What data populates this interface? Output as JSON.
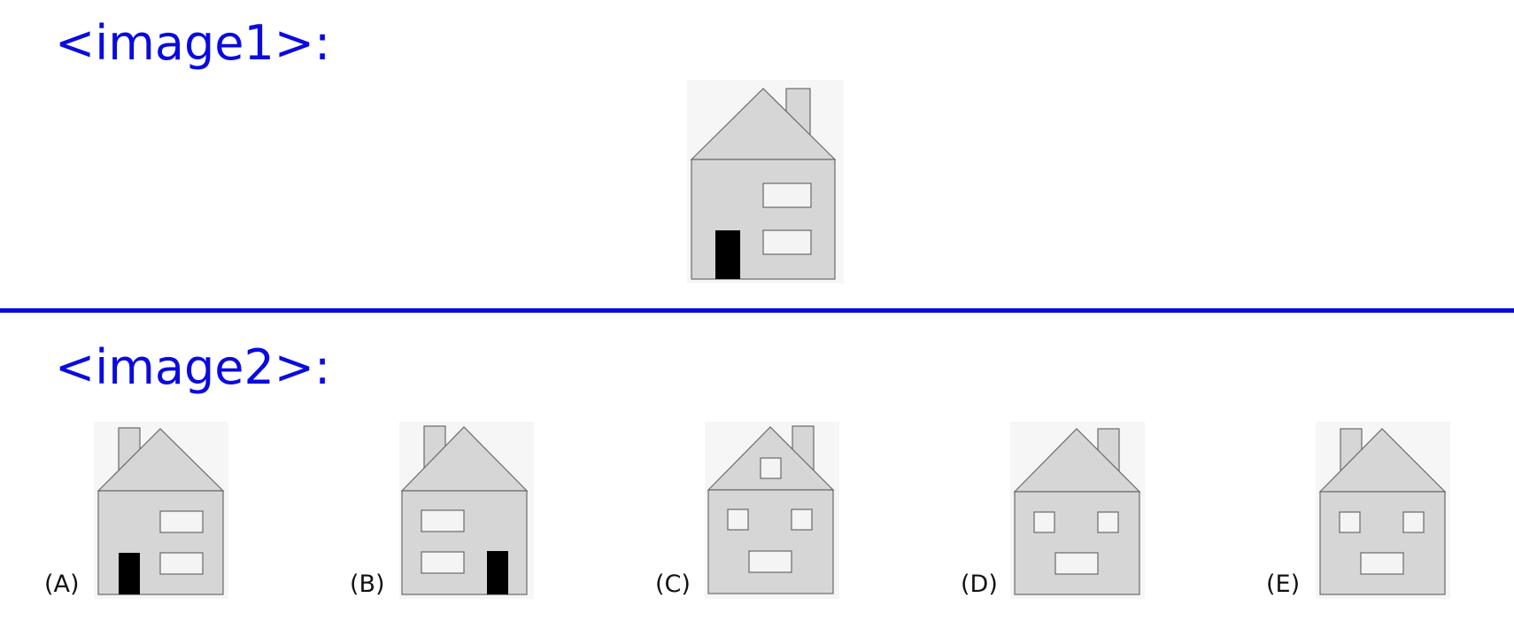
{
  "labels": {
    "image1": "<image1>:",
    "image2": "<image2>:"
  },
  "options": [
    {
      "letter": "(A)"
    },
    {
      "letter": "(B)"
    },
    {
      "letter": "(C)"
    },
    {
      "letter": "(D)"
    },
    {
      "letter": "(E)"
    }
  ],
  "colors": {
    "label_text": "#0a0ae0",
    "divider": "#0a0ae0",
    "house_fill": "#d6d6d6",
    "house_stroke": "#6a6a6a",
    "window_fill": "#f4f4f4",
    "door_fill": "#000000",
    "panel_background": "#f6f6f6"
  }
}
